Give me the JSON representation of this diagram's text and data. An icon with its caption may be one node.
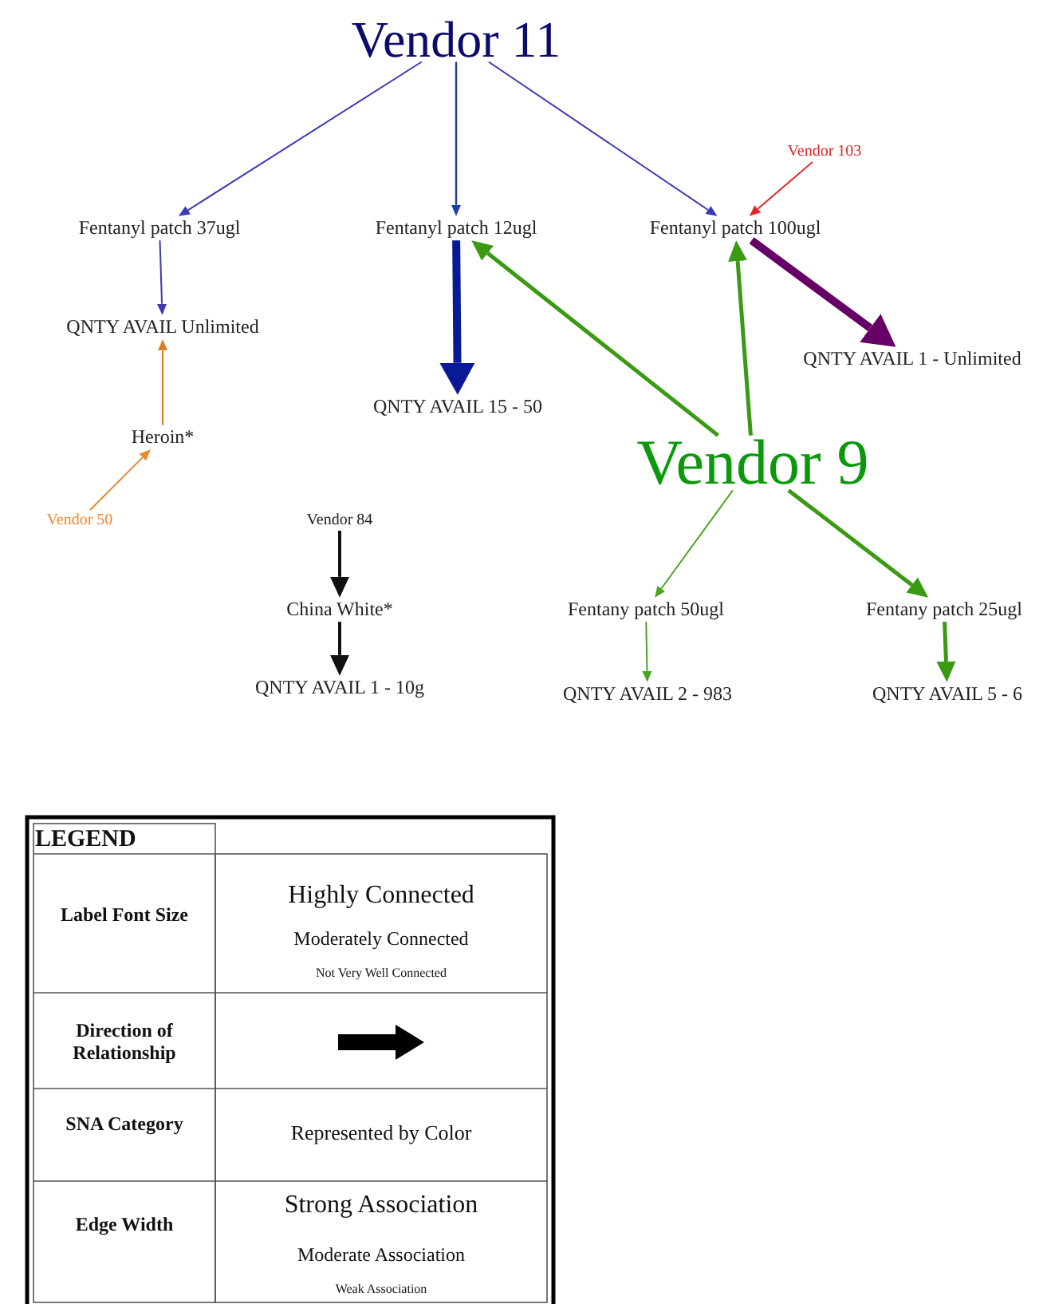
{
  "diagram": {
    "nodes": [
      {
        "text": [
          "Vendor 11"
        ]
      },
      {
        "text": [
          "Fentanyl patch 37ugl"
        ]
      },
      {
        "text": [
          "Fentanyl patch 12ugl"
        ]
      },
      {
        "text": [
          "Fentanyl patch 100ugl"
        ]
      },
      {
        "text": [
          "Vendor 103"
        ]
      },
      {
        "text": [
          "QNTY AVAIL Unlimited"
        ]
      },
      {
        "text": [
          "QNTY AVAIL 15 - 50"
        ]
      },
      {
        "text": [
          "QNTY AVAIL 1 - Unlimited"
        ]
      },
      {
        "text": [
          "Heroin*"
        ]
      },
      {
        "text": [
          "Vendor 9"
        ]
      },
      {
        "text": [
          "Vendor 50"
        ]
      },
      {
        "text": [
          "Vendor 84"
        ]
      },
      {
        "text": [
          "China White*"
        ]
      },
      {
        "text": [
          "Fentany patch 50ugl"
        ]
      },
      {
        "text": [
          "Fentany patch 25ugl"
        ]
      },
      {
        "text": [
          "QNTY AVAIL 1 - 10g"
        ]
      },
      {
        "text": [
          "QNTY AVAIL 2 - 983"
        ]
      },
      {
        "text": [
          "QNTY AVAIL 5 - 6"
        ]
      }
    ],
    "edges": [
      {
        "from": 0,
        "to": 1,
        "arrow": "to",
        "color": "#3a3ab8"
      },
      {
        "from": 0,
        "to": 2,
        "arrow": "to",
        "color": "#1f3fa8"
      },
      {
        "from": 0,
        "to": 3,
        "arrow": "to",
        "color": "#3a3ab8"
      },
      {
        "from": 4,
        "to": 3,
        "arrow": "to",
        "color": "#e0262a"
      },
      {
        "from": 1,
        "to": 5,
        "arrow": "to",
        "color": "#3a3ab8"
      },
      {
        "from": 2,
        "to": 6,
        "arrow": "to",
        "style": "thick",
        "color": "#0a1a96"
      },
      {
        "from": 3,
        "to": 7,
        "arrow": "to",
        "style": "thick",
        "color": "#660066"
      },
      {
        "from": 9,
        "to": 2,
        "arrow": "to",
        "color": "#3a9a12"
      },
      {
        "from": 9,
        "to": 3,
        "arrow": "to",
        "color": "#3a9a12"
      },
      {
        "from": 10,
        "to": 8,
        "arrow": "to",
        "color": "#e8892e"
      },
      {
        "from": 8,
        "to": 5,
        "arrow": "to",
        "color": "#e07a20"
      },
      {
        "from": 11,
        "to": 12,
        "arrow": "to",
        "color": "#111111"
      },
      {
        "from": 12,
        "to": 15,
        "arrow": "to",
        "color": "#111111"
      },
      {
        "from": 9,
        "to": 13,
        "arrow": "to",
        "color": "#4aa520"
      },
      {
        "from": 9,
        "to": 14,
        "arrow": "to",
        "color": "#3a9a12"
      },
      {
        "from": 13,
        "to": 16,
        "arrow": "to",
        "color": "#4aa520"
      },
      {
        "from": 14,
        "to": 17,
        "arrow": "to",
        "color": "#3a9a12"
      }
    ],
    "labels": [
      "LEGEND",
      "Label Font Size",
      "Highly Connected",
      "Moderately Connected",
      "Not Very Well Connected",
      "Direction of Relationship",
      "SNA Category",
      "Represented by Color",
      "Edge Width",
      "Strong Association",
      "Moderate Association",
      "Weak Association"
    ]
  }
}
